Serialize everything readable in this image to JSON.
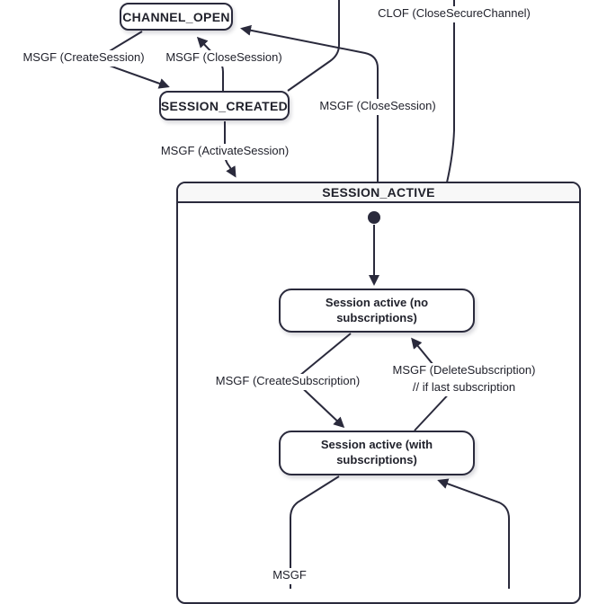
{
  "diagram": {
    "type": "state-machine",
    "colors": {
      "stroke": "#2a2a3c",
      "text": "#21222c",
      "state_fill": "#ffffff",
      "composite_title_fill": "#f8f8f8",
      "background": "#ffffff"
    },
    "states": {
      "channel_open": {
        "label": "CHANNEL_OPEN"
      },
      "session_created": {
        "label": "SESSION_CREATED"
      },
      "session_active": {
        "label": "SESSION_ACTIVE"
      },
      "session_active_no_subs": {
        "label": "Session active (no subscriptions)"
      },
      "session_active_with_subs": {
        "label": "Session active (with subscriptions)"
      }
    },
    "edge_labels": {
      "create_session": "MSGF (CreateSession)",
      "close_session_from_created": "MSGF (CloseSession)",
      "close_session_from_active": "MSGF (CloseSession)",
      "activate_session": "MSGF (ActivateSession)",
      "close_secure_channel": "CLOF (CloseSecureChannel)",
      "create_subscription": "MSGF (CreateSubscription)",
      "delete_subscription_line1": "MSGF (DeleteSubscription)",
      "delete_subscription_line2": "// if last subscription",
      "msgf_partial": "MSGF"
    }
  }
}
